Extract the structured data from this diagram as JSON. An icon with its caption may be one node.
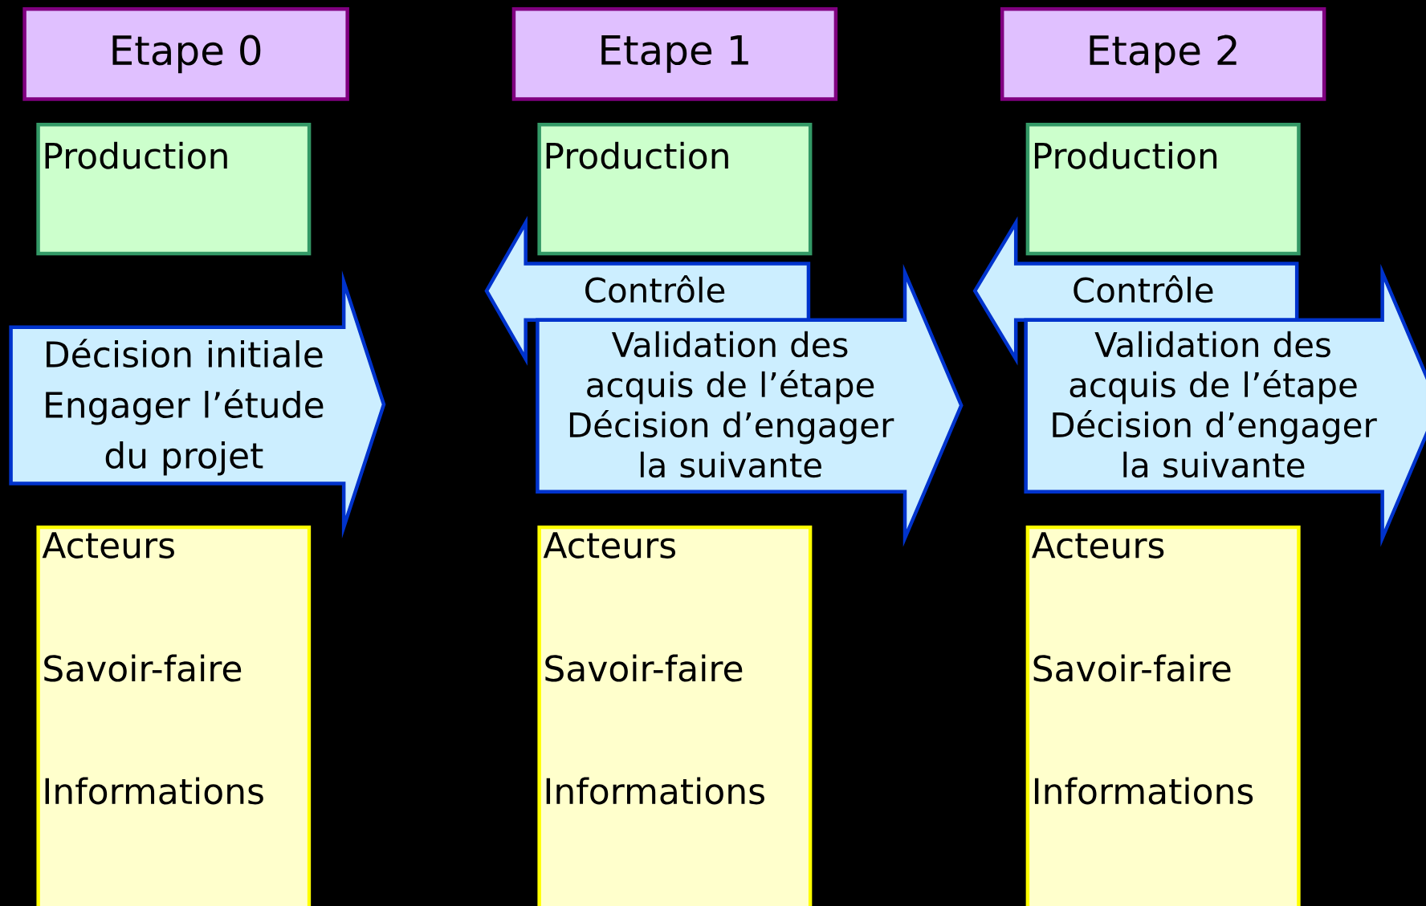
{
  "diagram": {
    "nodes": [
      {
        "text": [
          "Etape 0"
        ]
      },
      {
        "text": [
          "Etape 1"
        ]
      },
      {
        "text": [
          "Etape 2"
        ]
      },
      {
        "text": [
          "Production"
        ]
      },
      {
        "text": [
          "Production"
        ]
      },
      {
        "text": [
          "Production"
        ]
      },
      {
        "text": [
          "Décision initiale",
          "Engager l’étude du projet"
        ]
      },
      {
        "text": [
          "Contrôle"
        ]
      },
      {
        "text": [
          "Validation des acquis de l’étape",
          "Décision d’engager la suivante"
        ]
      },
      {
        "text": [
          "Contrôle"
        ]
      },
      {
        "text": [
          "Validation des acquis de l’étape",
          "Décision d’engager la suivante"
        ]
      },
      {
        "text": [
          "Acteurs",
          "Savoir-faire",
          "Informations"
        ]
      },
      {
        "text": [
          "Acteurs",
          "Savoir-faire",
          "Informations"
        ]
      },
      {
        "text": [
          "Acteurs",
          "Savoir-faire",
          "Informations"
        ]
      }
    ]
  }
}
